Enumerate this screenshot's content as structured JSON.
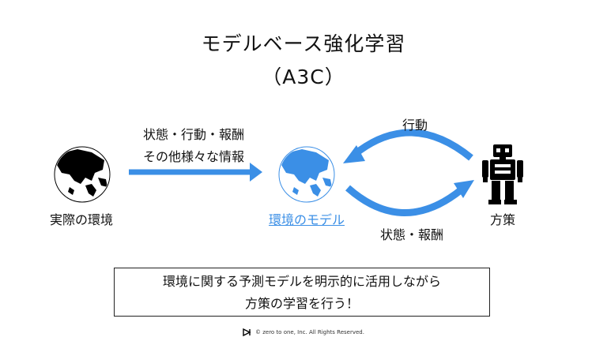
{
  "title": {
    "line1": "モデルベース強化学習",
    "line2": "（A3C）"
  },
  "nodes": {
    "real_env": "実際の環境",
    "env_model": "環境のモデル",
    "policy": "方策"
  },
  "edges": {
    "real_to_model_line1": "状態・行動・報酬",
    "real_to_model_line2": "その他様々な情報",
    "policy_to_model": "行動",
    "model_to_policy": "状態・報酬"
  },
  "summary": {
    "line1": "環境に関する予測モデルを明示的に活用しながら",
    "line2": "方策の学習を行う！"
  },
  "footer": {
    "copyright": "©  zero to one, Inc. All Rights Reserved."
  },
  "colors": {
    "accent": "#3b8fe6",
    "globe_dark": "#000000"
  },
  "icons": {
    "real_env": "globe-icon",
    "env_model": "globe-icon",
    "policy": "robot-icon"
  }
}
